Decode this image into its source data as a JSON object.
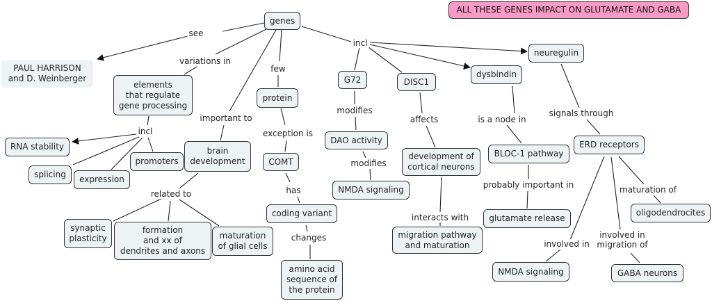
{
  "diagram": {
    "title_note": "ALL THESE GENES IMPACT ON GLUTAMATE AND GABA",
    "colors": {
      "node_fill": "#edf3f5",
      "note_fill": "#f79ac6",
      "line": "#222222"
    },
    "nodes": {
      "genes": "genes",
      "harrison": "PAUL HARRISON\nand D. Weinberger",
      "elements": "elements\nthat regulate\ngene processing",
      "rna": "RNA stability",
      "splicing": "splicing",
      "expression": "expression",
      "promoters": "promoters",
      "brain": "brain\ndevelopment",
      "synaptic": "synaptic\nplasticity",
      "formation": "formation\nand xx of\ndendrites and axons",
      "glial": "maturation\nof glial cells",
      "protein": "protein",
      "comt": "COMT",
      "coding": "coding variant",
      "amino": "amino acid\nsequence of\nthe protein",
      "g72": "G72",
      "dao": "DAO activity",
      "nmda1": "NMDA signaling",
      "disc1": "DISC1",
      "cortical": "development of\ncortical neurons",
      "migration": "migration pathway\nand maturation",
      "dysbindin": "dysbindin",
      "bloc": "BLOC-1 pathway",
      "glutamate": "glutamate release",
      "neuregulin": "neuregulin",
      "erd": "ERD receptors",
      "oligo": "oligodendrocites",
      "nmda2": "NMDA signaling",
      "gaba": "GABA neurons"
    },
    "link_labels": {
      "see": "see",
      "variations": "variations in",
      "incl_main": "incl",
      "few": "few",
      "important": "important to",
      "incl_elem": "incl",
      "related": "related to",
      "exception": "exception is",
      "has": "has",
      "changes": "changes",
      "modifies1": "modifies",
      "modifies2": "modifies",
      "affects": "affects",
      "interacts": "interacts with",
      "node_in": "is a node in",
      "probably": "probably important in",
      "signals": "signals through",
      "maturation_of": "maturation of",
      "involved_in": "involved in",
      "involved_migration": "involved in\nmigration of"
    }
  }
}
